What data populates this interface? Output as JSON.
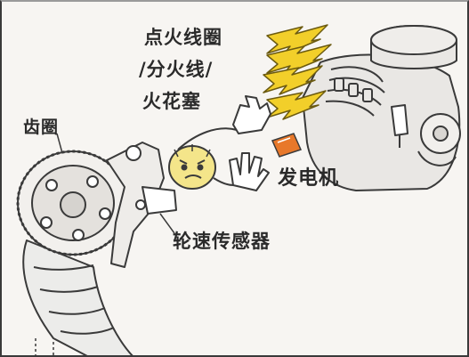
{
  "illustration": {
    "labels": {
      "ignition_line1": "点火线圈",
      "ignition_line2": "/分火线/",
      "ignition_line3": "火花塞",
      "ring_gear": "齿圈",
      "alternator": "发电机",
      "wheel_speed_sensor": "轮速传感器"
    },
    "colors": {
      "lightning": "#f2cf2a",
      "lightning_outline": "#6b5a10",
      "alternator_accent": "#e8782a",
      "line_art": "#3a3a3a",
      "engine_fill": "#e9e7e4",
      "sensor_face": "#f4e58a"
    }
  }
}
